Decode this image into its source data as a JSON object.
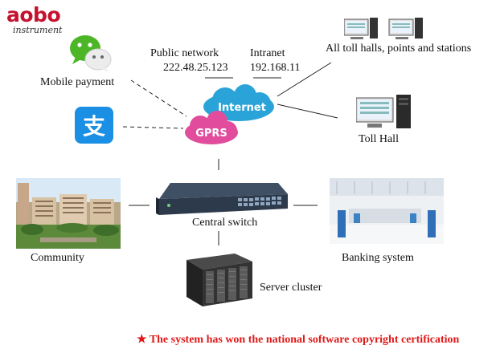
{
  "brand": {
    "name": "aobo",
    "tagline": "instrument"
  },
  "network": {
    "public_label": "Public network",
    "public_ip": "222.48.25.123",
    "intranet_label": "Intranet",
    "intranet_ip": "192.168.11"
  },
  "clouds": {
    "top": "Internet",
    "bottom": "GPRS"
  },
  "nodes": {
    "mobile_payment": "Mobile payment",
    "toll_halls": "All toll halls, points and stations",
    "toll_hall": "Toll Hall",
    "community": "Community",
    "central_switch": "Central switch",
    "banking": "Banking system",
    "server_cluster": "Server cluster"
  },
  "footer": {
    "star": "★",
    "text": "The system has won the national software copyright certification"
  },
  "colors": {
    "brand_red": "#c4122f",
    "wechat_green": "#4cb627",
    "alipay_blue": "#1b8fe3",
    "internet_cloud": "#2aa4d8",
    "gprs_cloud": "#e14d9c",
    "footer_red": "#e01818"
  }
}
